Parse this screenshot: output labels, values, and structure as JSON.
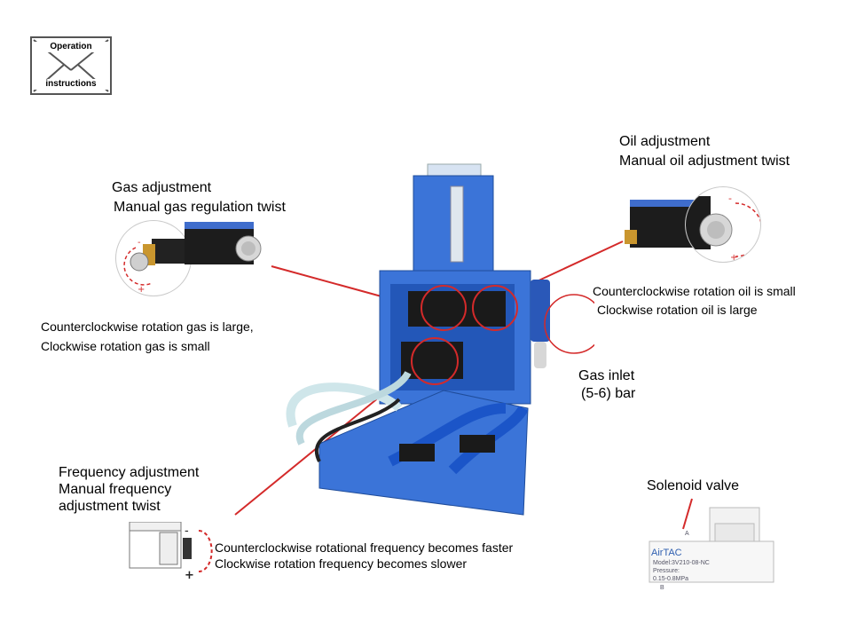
{
  "badge": {
    "line1": "Operation",
    "line2": "instructions"
  },
  "gas": {
    "title": "Gas adjustment",
    "subtitle": "Manual gas regulation twist",
    "note1": "Counterclockwise rotation gas is large,",
    "note2": "Clockwise rotation gas is small"
  },
  "oil": {
    "title": "Oil adjustment",
    "subtitle": "Manual oil adjustment twist",
    "note1": "Counterclockwise rotation oil is small",
    "note2": "Clockwise rotation oil is large"
  },
  "gas_inlet": {
    "line1": "Gas inlet",
    "line2": "(5-6) bar"
  },
  "frequency": {
    "title": "Frequency adjustment",
    "line2": "Manual frequency",
    "line3": "adjustment twist",
    "note1": "Counterclockwise rotational frequency becomes faster",
    "note2": "Clockwise rotation frequency becomes slower"
  },
  "solenoid": {
    "title": "Solenoid valve",
    "brand": "AirTAC",
    "port_a": "A",
    "port_b": "B",
    "model": "Model:3V210-08-NC",
    "pressure_label": "Pressure:",
    "pressure_value": "0.15-0.8MPa"
  },
  "signs": {
    "minus": "-",
    "plus": "+"
  },
  "colors": {
    "leader_line": "#d42a2a",
    "machine_blue": "#2f6fd0",
    "hose_blue": "#1b55c8"
  }
}
